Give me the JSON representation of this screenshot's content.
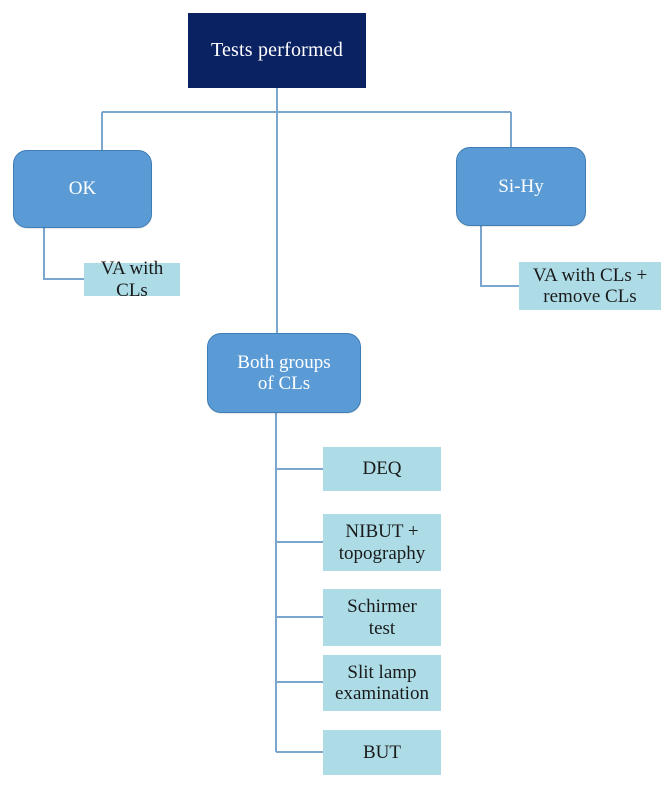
{
  "diagram": {
    "title": "Tests performed",
    "type": "flowchart",
    "colors": {
      "root_fill": "#0B2262",
      "root_text": "#FFFFFF",
      "group_fill": "#5B9BD5",
      "group_border": "#3E7CB5",
      "group_text": "#FFFFFF",
      "test_fill": "#ADDCE7",
      "test_text": "#1A1A1A",
      "connector": "#7BA7CF",
      "background": "#FFFFFF"
    },
    "root": {
      "label": "Tests performed"
    },
    "branches": [
      {
        "id": "ok",
        "label": "OK",
        "result": "VA with CLs"
      },
      {
        "id": "si-hy",
        "label": "Si-Hy",
        "result": "VA with CLs +\nremove CLs"
      }
    ],
    "shared": {
      "label": "Both groups\nof CLs",
      "tests": [
        {
          "label": "DEQ"
        },
        {
          "label": "NIBUT +\ntopography"
        },
        {
          "label": "Schirmer\ntest"
        },
        {
          "label": "Slit lamp\nexamination"
        },
        {
          "label": "BUT"
        }
      ]
    }
  }
}
